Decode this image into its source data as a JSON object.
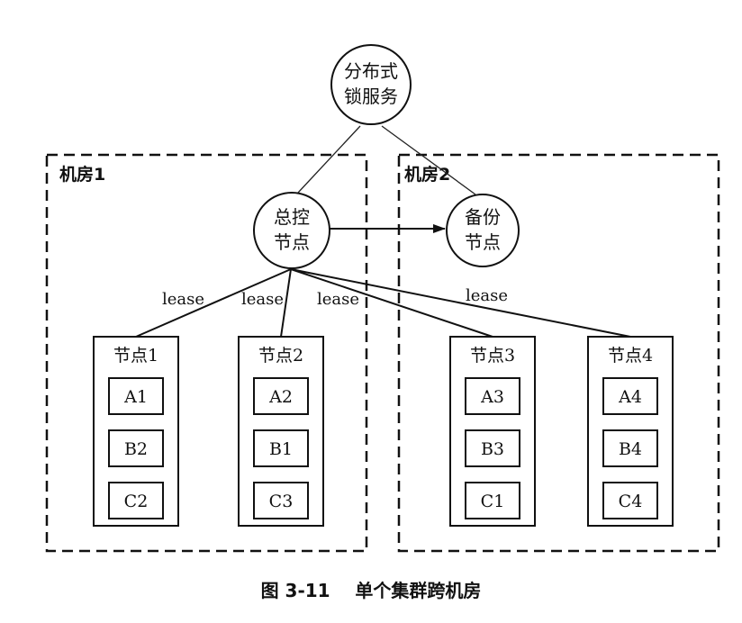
{
  "nodes": {
    "lock_service": [
      "分布式",
      "锁服务"
    ],
    "master": [
      "总控",
      "节点"
    ],
    "backup": [
      "备份",
      "节点"
    ]
  },
  "rooms": [
    {
      "label": "机房1"
    },
    {
      "label": "机房2"
    }
  ],
  "lease_labels": [
    "lease",
    "lease",
    "lease",
    "lease"
  ],
  "servers": [
    {
      "title": "节点1",
      "items": [
        "A1",
        "B2",
        "C2"
      ]
    },
    {
      "title": "节点2",
      "items": [
        "A2",
        "B1",
        "C3"
      ]
    },
    {
      "title": "节点3",
      "items": [
        "A3",
        "B3",
        "C1"
      ]
    },
    {
      "title": "节点4",
      "items": [
        "A4",
        "B4",
        "C4"
      ]
    }
  ],
  "caption": "图 3-11    单个集群跨机房"
}
